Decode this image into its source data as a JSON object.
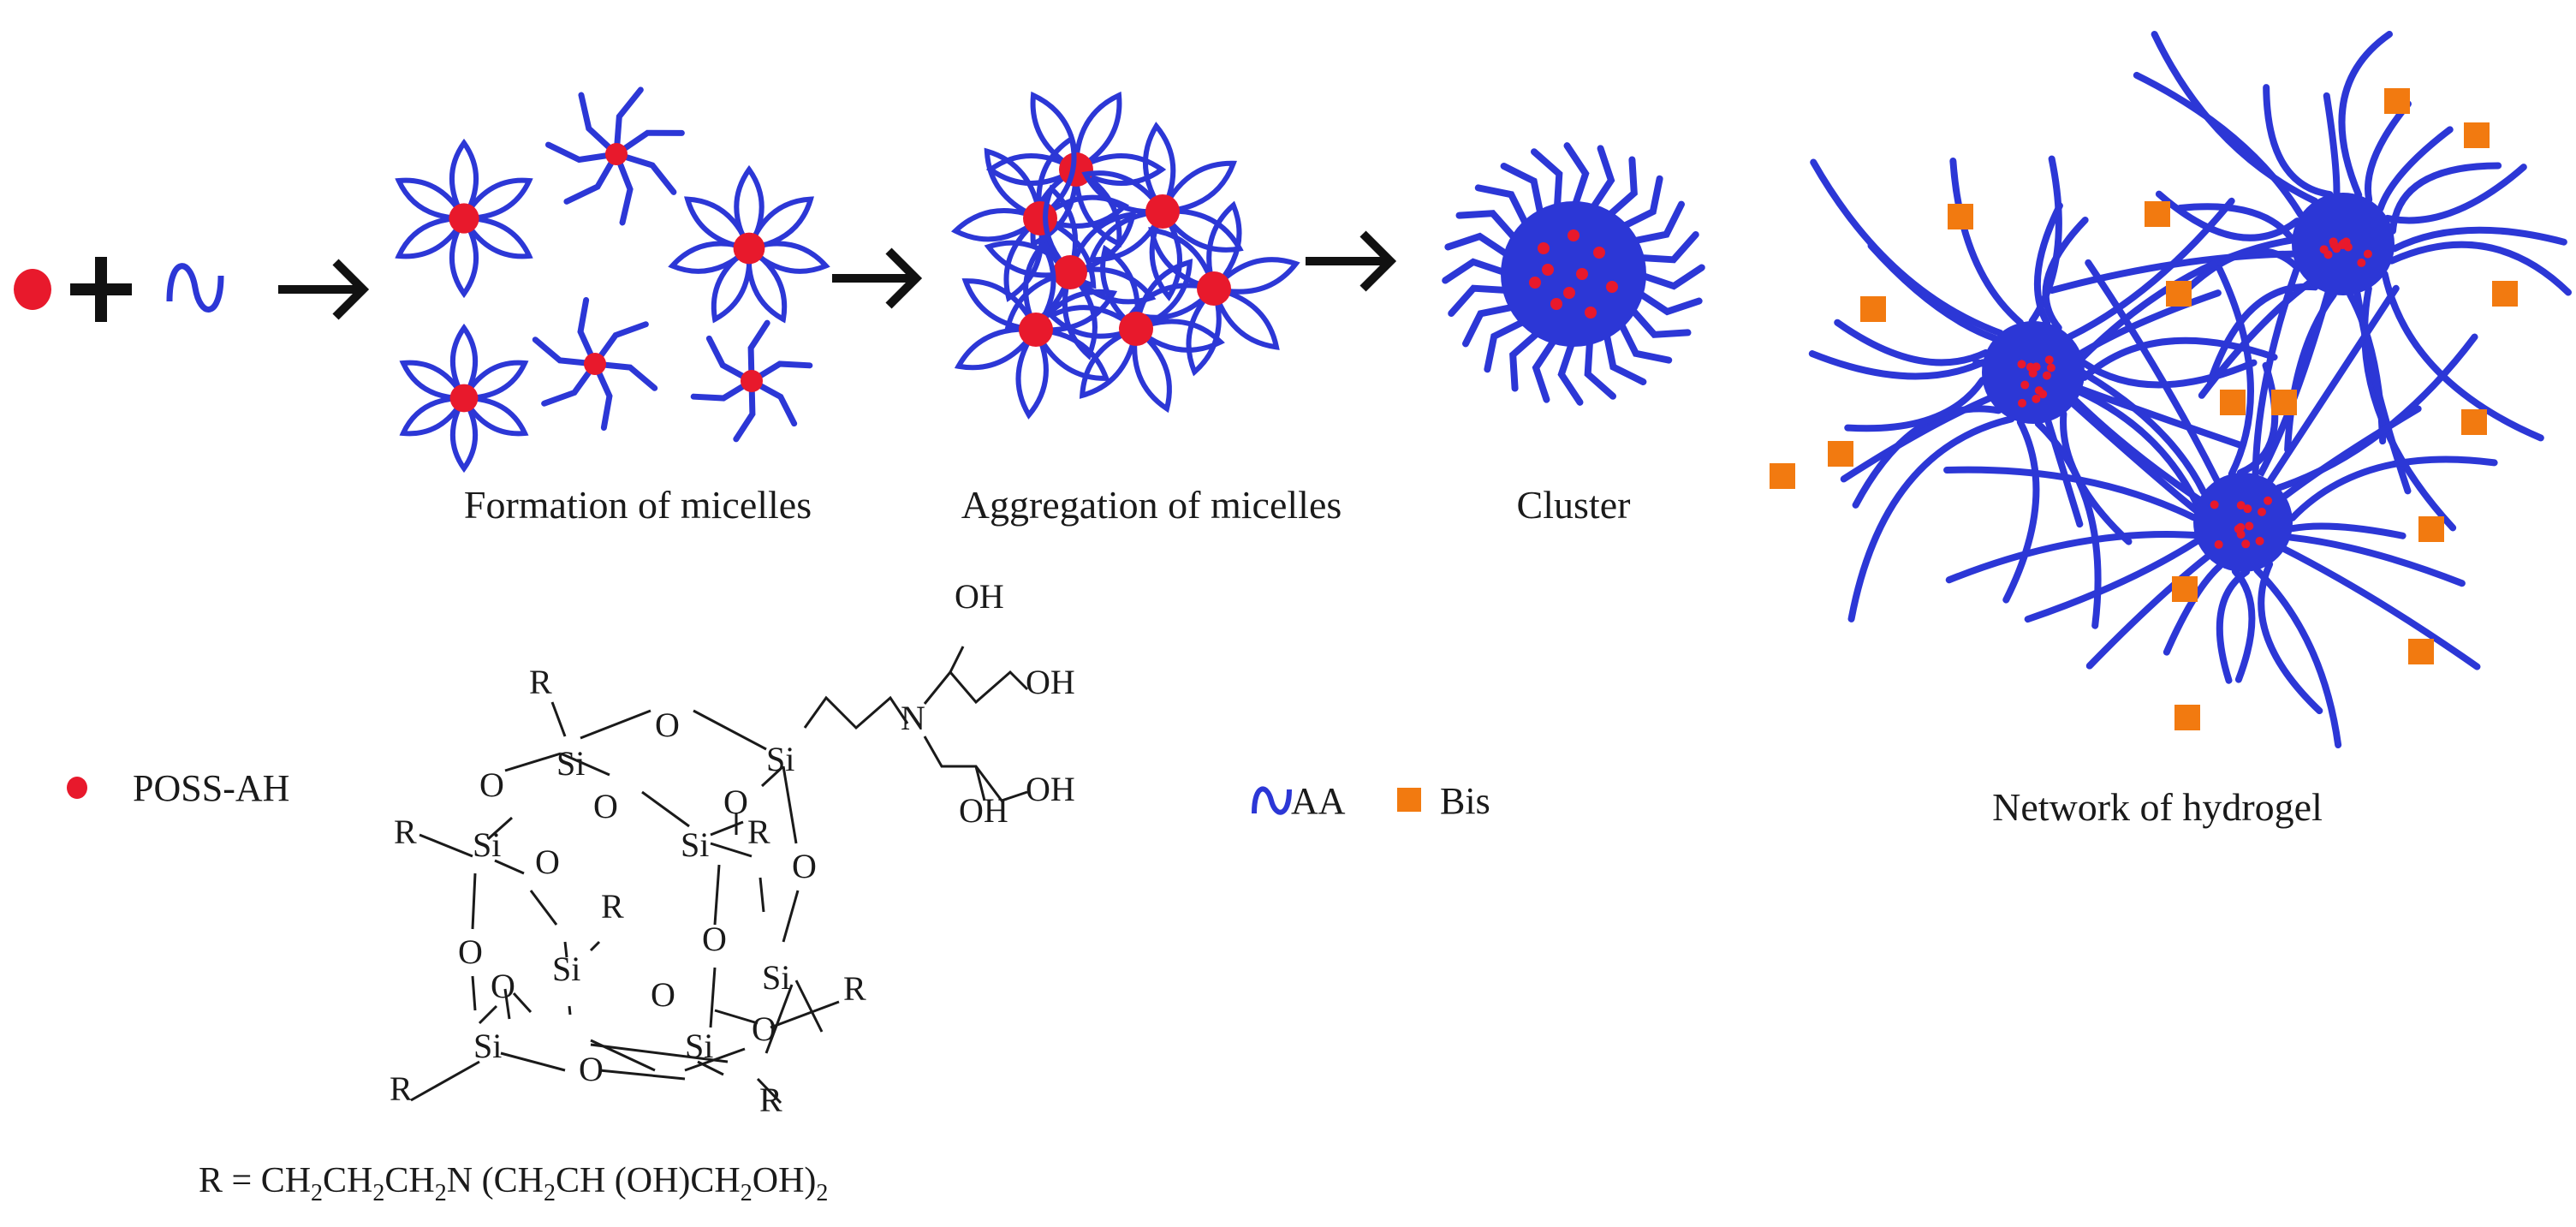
{
  "steps": [
    {
      "label": "Formation of micelles"
    },
    {
      "label": "Aggregation of micelles"
    },
    {
      "label": "Cluster"
    },
    {
      "label": "Network of hydrogel"
    }
  ],
  "legend": {
    "poss_label": "POSS-AH",
    "aa_label": "AA",
    "bis_label": "Bis"
  },
  "colors": {
    "poss": "#e8192c",
    "chain": "#2c37d6",
    "crosslinker": "#f27a10",
    "text": "#1a1a1a"
  },
  "structure": {
    "si": "Si",
    "o": "O",
    "r": "R",
    "n": "N",
    "oh": "OH"
  },
  "formula": {
    "prefix": "R = CH",
    "s2": "2",
    "p2": "CH",
    "p3": "CH",
    "p4": "N (CH",
    "p5": "CH (OH)CH",
    "p6": "OH)",
    "s_last": "2"
  }
}
